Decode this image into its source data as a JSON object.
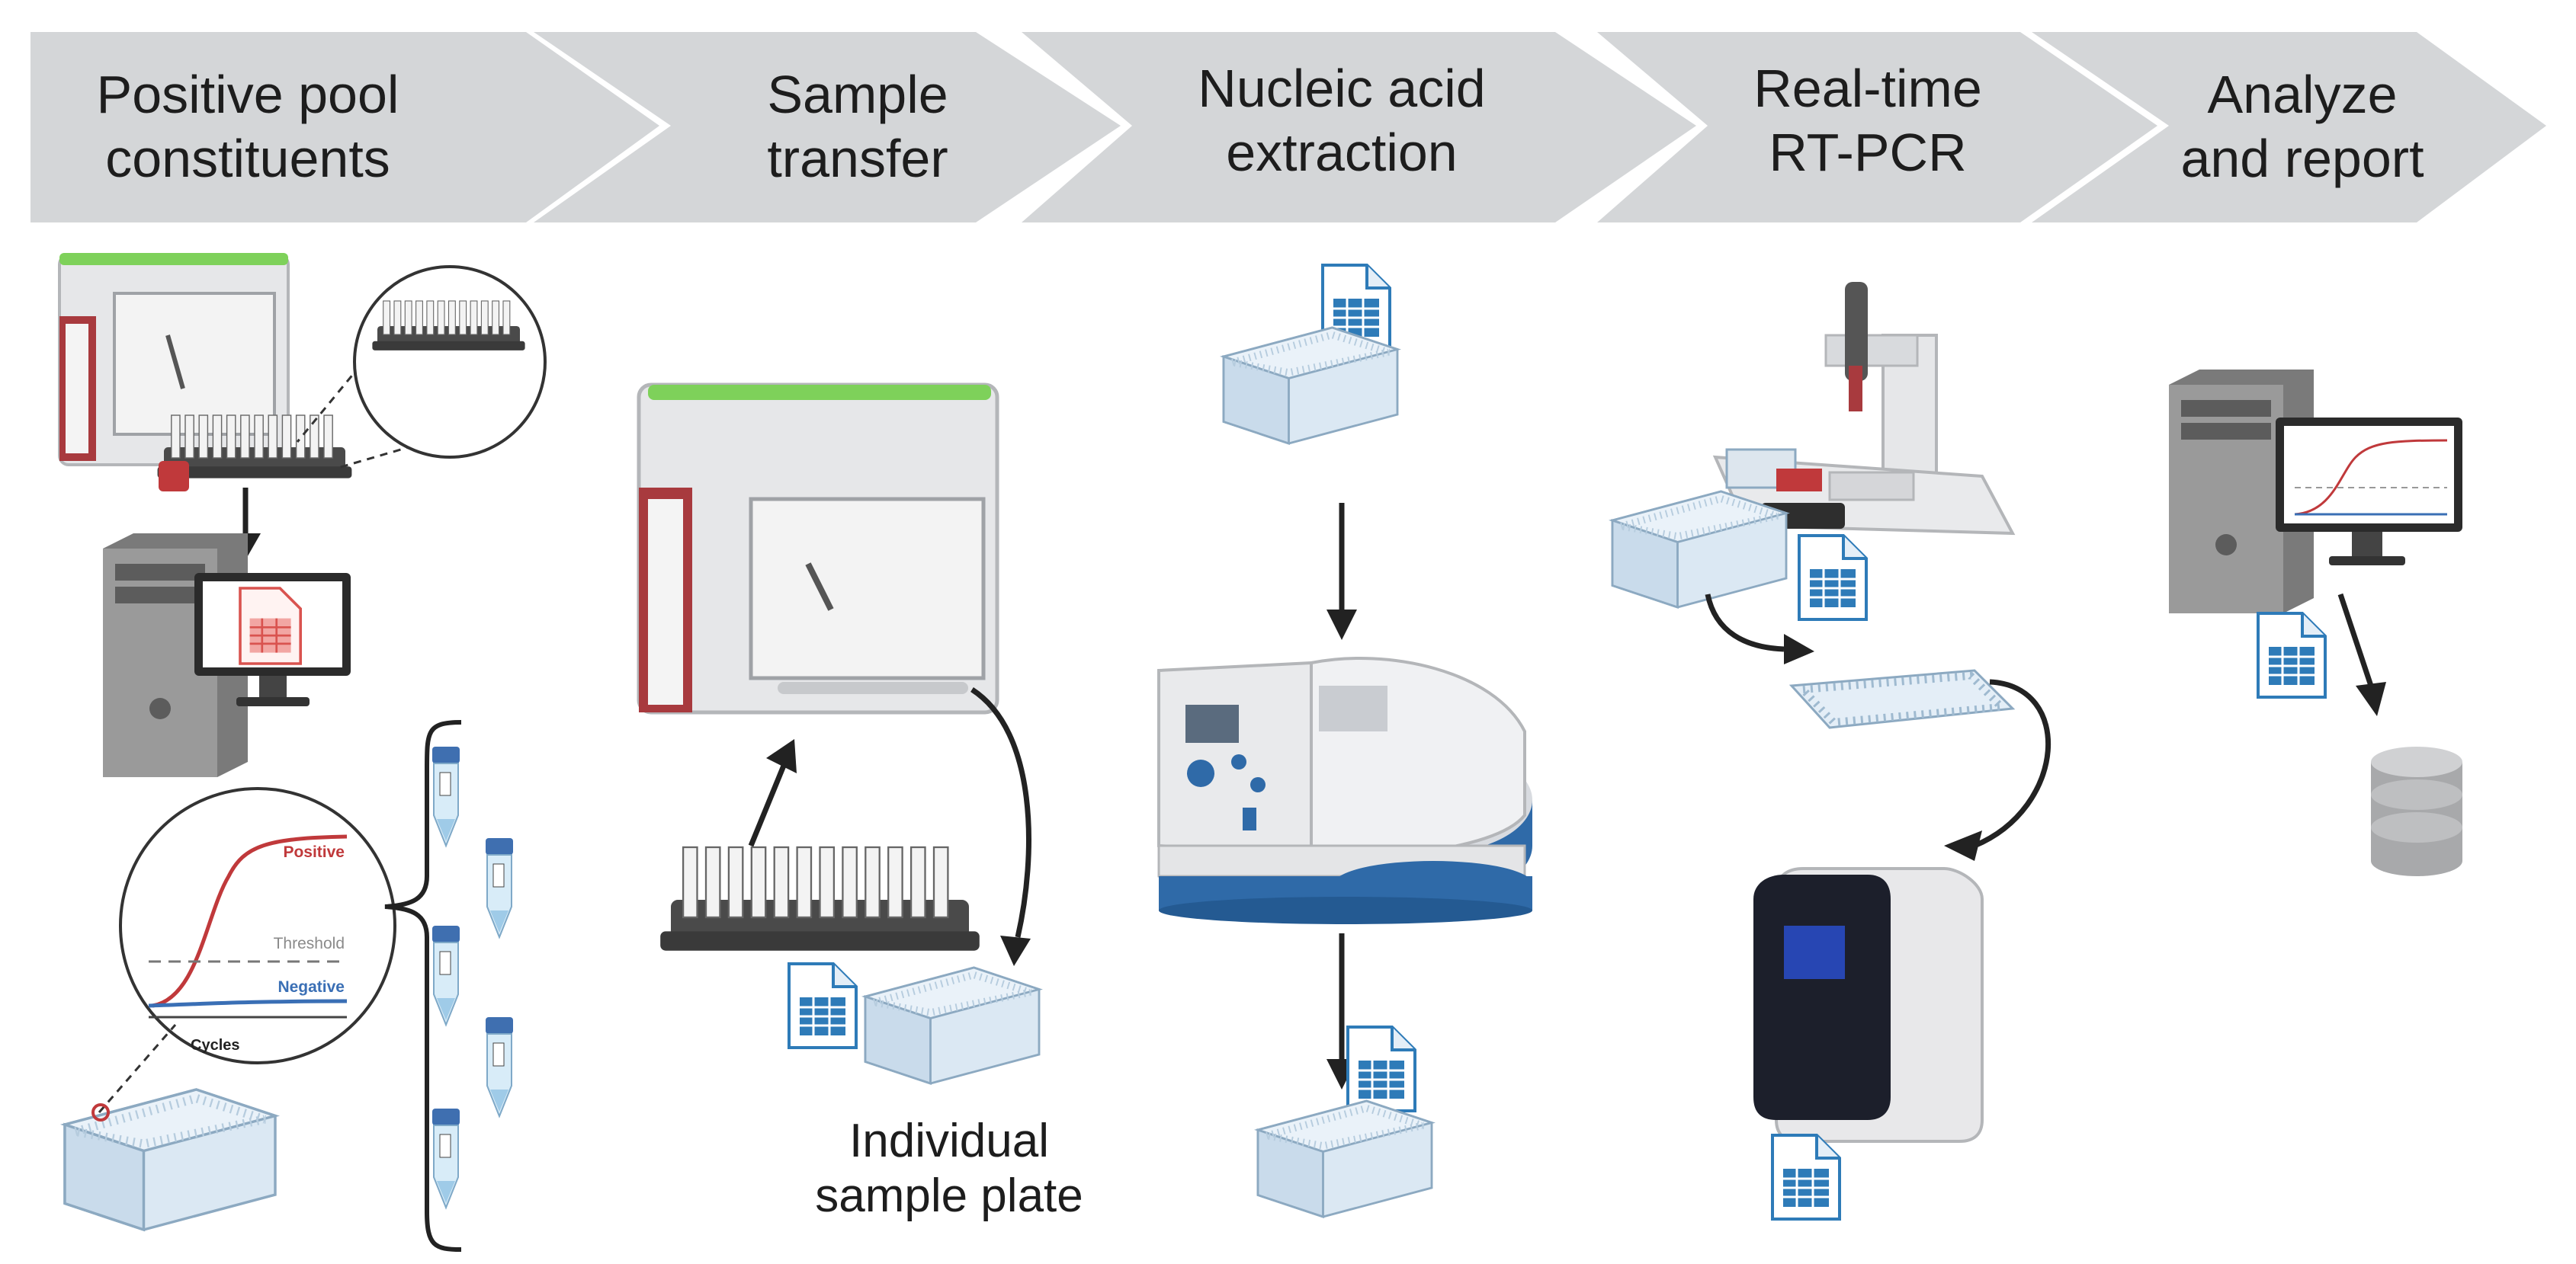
{
  "stages": [
    {
      "title_line1": "Positive pool",
      "title_line2": "constituents"
    },
    {
      "title_line1": "Sample",
      "title_line2": "transfer"
    },
    {
      "title_line1": "Nucleic acid",
      "title_line2": "extraction"
    },
    {
      "title_line1": "Real-time",
      "title_line2": "RT-PCR"
    },
    {
      "title_line1": "Analyze",
      "title_line2": "and report"
    }
  ],
  "amplification_plot": {
    "positive_label": "Positive",
    "threshold_label": "Threshold",
    "negative_label": "Negative",
    "x_label": "Cycles",
    "positive_color": "#c0393b",
    "negative_color": "#3a6fb5"
  },
  "sample_plate_label": {
    "line1": "Individual",
    "line2": "sample plate"
  },
  "colors": {
    "chevron": "#d4d6d8",
    "instrument_green": "#7ed15a",
    "instrument_red": "#a83a3e",
    "extractor_blue": "#2f6aa8",
    "spreadsheet_blue": "#2e7bb8",
    "pdf_red": "#d9534f"
  },
  "icons": [
    "liquid-handler-icon",
    "tube-rack-icon",
    "computer-icon",
    "pdf-document-icon",
    "amplification-plot-icon",
    "sample-tube-icon",
    "deep-well-plate-icon",
    "spreadsheet-icon",
    "nucleic-acid-extractor-icon",
    "pipetting-robot-icon",
    "pcr-plate-icon",
    "qpcr-instrument-icon",
    "database-icon"
  ]
}
